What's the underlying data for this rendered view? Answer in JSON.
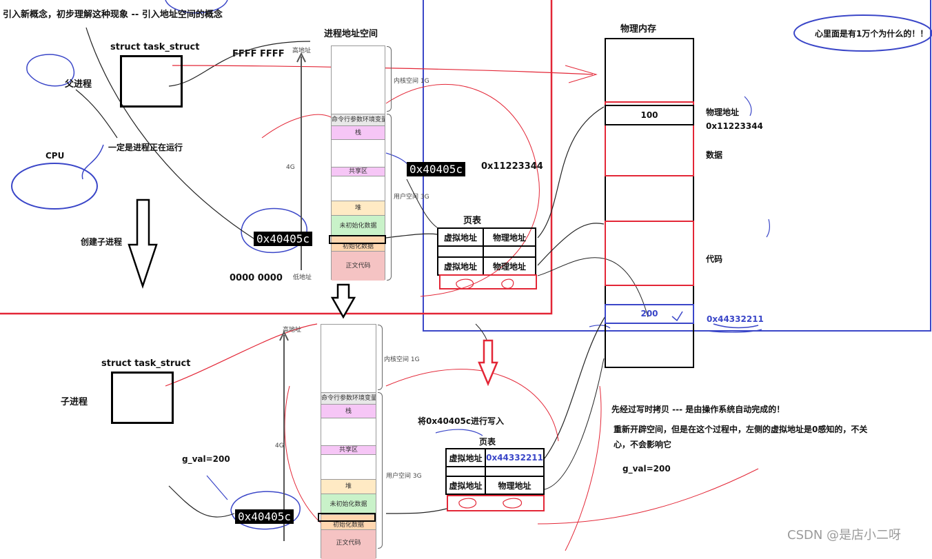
{
  "header": {
    "intro": "引入新概念，初步理解这种现象 -- 引入地址空间的概念"
  },
  "parent": {
    "tts_label": "struct task_struct",
    "label": "父进程",
    "running_note": "一定是进程正在运行",
    "cpu": "CPU",
    "create_child": "创建子进程"
  },
  "child": {
    "tts_label": "struct task_struct",
    "label": "子进程",
    "gval": "g_val=200"
  },
  "addr_space": {
    "title": "进程地址空间",
    "high_hex": "FFFF FFFF",
    "low_hex": "0000 0000",
    "high_label": "高地址",
    "low_label": "低地址",
    "size_label": "4G",
    "kernel": "内核空间 1G",
    "user": "用户空间 3G",
    "segments": {
      "args": "命令行参数环境变量",
      "stack": "栈",
      "shared": "共享区",
      "heap": "堆",
      "bss": "未初始化数据",
      "data": "初始化数据",
      "text": "正文代码"
    }
  },
  "virtual_addr": "0x40405c",
  "phys_addr_label": "0x11223344",
  "page_table": {
    "title": "页表",
    "virt": "虚拟地址",
    "phys": "物理地址",
    "child_phys": "0x44332211"
  },
  "phys_mem": {
    "title": "物理内存",
    "val1": "100",
    "val2": "200",
    "addr_label": "物理地址",
    "addr1": "0x11223344",
    "data_label": "数据",
    "code_label": "代码",
    "addr2": "0x44332211"
  },
  "notes": {
    "bubble": "心里面是有1万个为什么的！！",
    "write_to": "将0x40405c进行写入",
    "cow1": "先经过写时拷贝 --- 是由操作系统自动完成的！",
    "cow2": "重新开辟空间，但是在这个过程中，左侧的虚拟地址是0感知的，不关",
    "cow3": "心，不会影响它",
    "gval": "g_val=200"
  },
  "watermark": "CSDN @是店小二呀",
  "colors": {
    "red": "#e32636",
    "blue": "#3a46c8",
    "stack": "#f6c6f6",
    "heap": "#ffeac4",
    "bss": "#c9f2c9",
    "data": "#ffd7b0",
    "text": "#f5c3c3"
  }
}
